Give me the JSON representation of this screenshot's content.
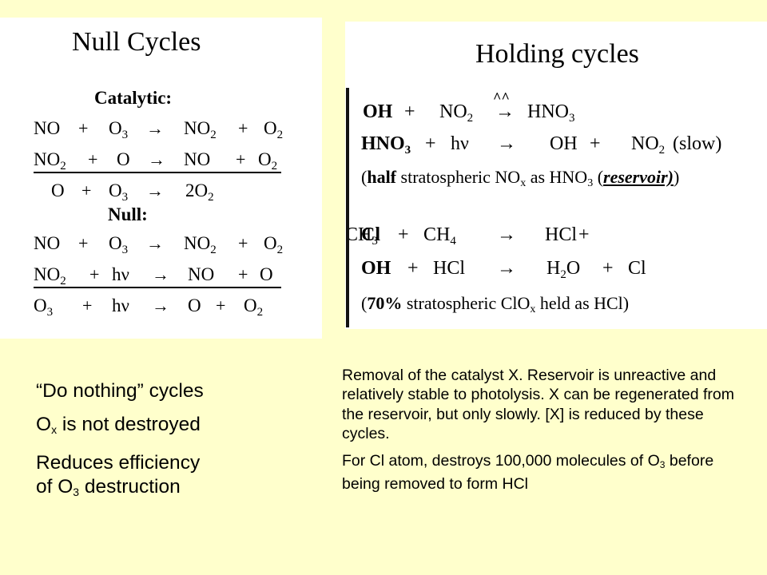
{
  "null_cycles": {
    "title": "Null Cycles",
    "catalytic_label": "Catalytic:",
    "null_label": "Null:",
    "catalytic_reactions": [
      [
        "NO",
        "+",
        "O3",
        "→",
        "NO2",
        "+",
        "O2"
      ],
      [
        "NO2",
        "+",
        "O",
        "→",
        "NO",
        "+",
        "O2"
      ],
      [
        "O",
        "+",
        "O3",
        "→",
        "2O2"
      ]
    ],
    "null_reactions": [
      [
        "NO",
        "+",
        "O3",
        "→",
        "NO2",
        "+",
        "O2"
      ],
      [
        "NO2",
        "+",
        "hν",
        "→",
        "NO",
        "+",
        "O"
      ],
      [
        "O3",
        "+",
        "hν",
        "→",
        "O",
        "+",
        "O2"
      ]
    ]
  },
  "holding_cycles": {
    "title": "Holding cycles",
    "caret_mark": "^^",
    "reactions": [
      [
        "OH",
        "+",
        "NO2",
        "→",
        "HNO3"
      ],
      [
        "HNO3",
        "+",
        "hν",
        "→",
        "OH",
        "+",
        "NO2",
        "(slow)"
      ],
      [
        "Cl",
        "+",
        "CH4",
        "→",
        "HCl",
        "+",
        "CH3"
      ],
      [
        "OH",
        "+",
        "HCl",
        "→",
        "H2O",
        "+",
        "Cl"
      ]
    ],
    "notes": [
      {
        "open": "(",
        "bold": "half",
        "text": " stratospheric NOx as HNO3 (",
        "emph": "reservoir)",
        "close": ")"
      },
      {
        "open": "(",
        "bold": "70%",
        "text": " stratospheric ClOx held as HCl)"
      }
    ]
  },
  "summary": {
    "line1": "“Do nothing” cycles",
    "line2_pre": "O",
    "line2_sub": "x",
    "line2_post": " is not destroyed",
    "line3a": "Reduces efficiency",
    "line3b_pre": "of O",
    "line3b_sub": "3",
    "line3b_post": " destruction"
  },
  "removal": {
    "p1": "Removal of the catalyst X.  Reservoir is unreactive and relatively stable to photolysis.  X can be regenerated from the reservoir, but only slowly. [X] is reduced by these cycles.",
    "p2_pre": "For Cl atom, destroys 100,000 molecules of O",
    "p2_sub": "3",
    "p2_post": " before being removed to form HCl"
  }
}
